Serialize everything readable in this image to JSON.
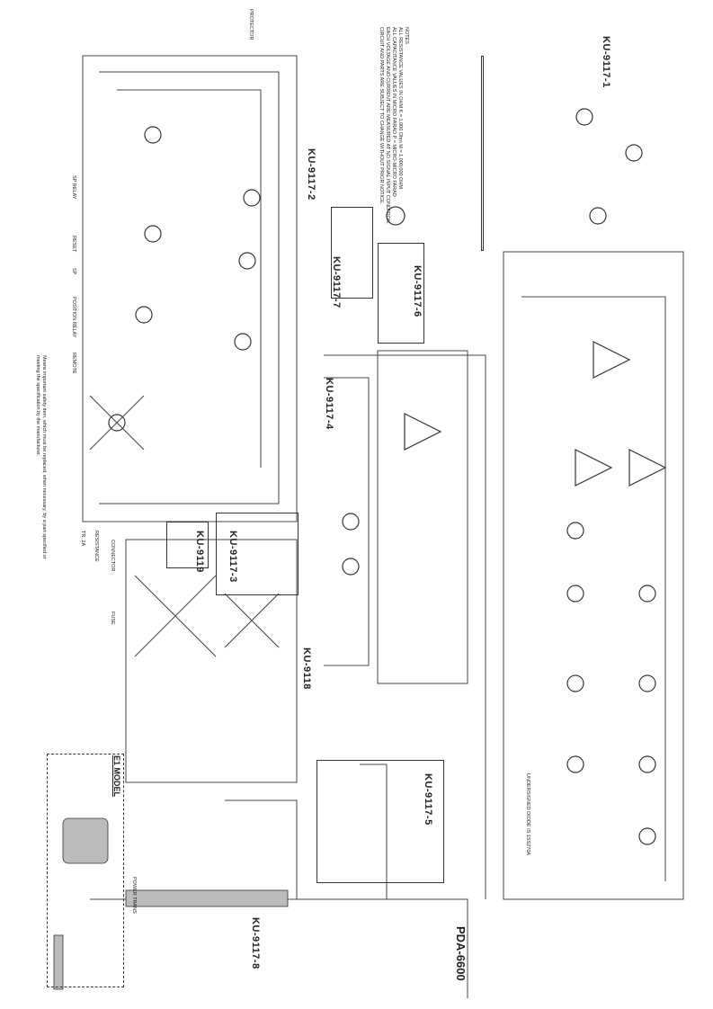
{
  "notes": {
    "heading": "NOTES",
    "lines": [
      "ALL RESISTANCE VALUES IN OHM K = 1,000 Ohm M = 1,000,000 OHM",
      "ALL CAPACITANCE VALUES IN MICRO FARAD P = MICRO-MICRO FARAD",
      "EACH VOLTAGE AND CURRENT ARE MEASURED AT NO SIGNAL INPUT CONDITION.",
      "CIRCUIT AND PARTS ARE SUBJECT TO CHANGE WITHOUT PRIOR NOTICE."
    ]
  },
  "safety_note": "Means important safety item, which must be replaced, when necessary, by a part specified or meeting the specification by the manufacturer.",
  "model": "PDA-6600",
  "boards": {
    "b1": "KU-9117-1",
    "b2": "KU-9117-2",
    "b3": "KU-9117-3",
    "b4": "KU-9117-4",
    "b5": "KU-9117-5",
    "b6": "KU-9117-6",
    "b7": "KU-9117-7",
    "b8": "KU-9117-8",
    "b9118": "KU-9118",
    "b9119": "KU-9119"
  },
  "labels": {
    "protector": "PROTECTOR",
    "sp_relay": "SP RELAY",
    "reset": "RESET",
    "sp": "SP",
    "position_relay": "POSITION RELAY",
    "remote": "REMOTE",
    "e1_model": "E1 MODEL",
    "power_trans": "POWER TRANS",
    "diode_note": "UNDERSIGNED DIODE IS 1SS270A",
    "connector_table": "CONNECTOR",
    "fuse_table": "FUSE",
    "resistance_table": "RESISTANCE",
    "tr_table": "TR, 2A"
  },
  "colors": {
    "ink": "#222222",
    "paper": "#ffffff",
    "shade": "#bbbbbb"
  }
}
